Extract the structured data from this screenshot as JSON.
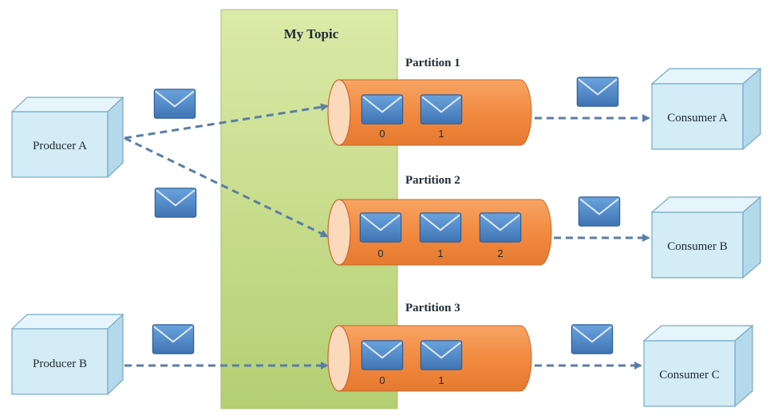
{
  "topic": {
    "title": "My Topic"
  },
  "producers": [
    {
      "name": "Producer A"
    },
    {
      "name": "Producer B"
    }
  ],
  "partitions": [
    {
      "title": "Partition 1",
      "offsets": [
        "0",
        "1"
      ]
    },
    {
      "title": "Partition 2",
      "offsets": [
        "0",
        "1",
        "2"
      ]
    },
    {
      "title": "Partition 3",
      "offsets": [
        "0",
        "1"
      ]
    }
  ],
  "consumers": [
    {
      "name": "Consumer A"
    },
    {
      "name": "Consumer B"
    },
    {
      "name": "Consumer C"
    }
  ],
  "colors": {
    "topic_panel": "#c6dc8e",
    "partition_fill": "#f4924a",
    "box_fill": "#d3ecf6",
    "envelope": "#4f87c8",
    "arrow": "#5a7ea6"
  }
}
